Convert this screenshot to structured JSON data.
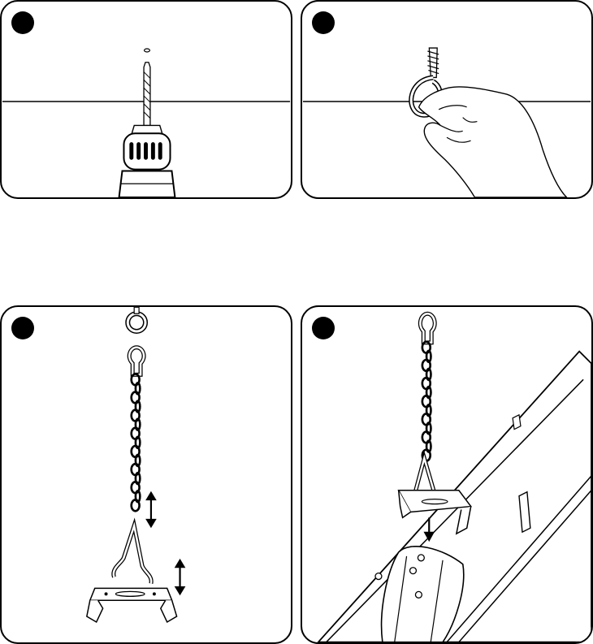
{
  "steps": [
    {
      "id": "step-1",
      "badge": "",
      "content": "drill-bit"
    },
    {
      "id": "step-2",
      "badge": "",
      "content": "eye-hook"
    },
    {
      "id": "step-3",
      "badge": "",
      "content": "chain-bracket"
    },
    {
      "id": "step-4",
      "badge": "",
      "content": "hang-fixture"
    }
  ],
  "colors": {
    "ink": "#000000",
    "paper": "#ffffff"
  }
}
